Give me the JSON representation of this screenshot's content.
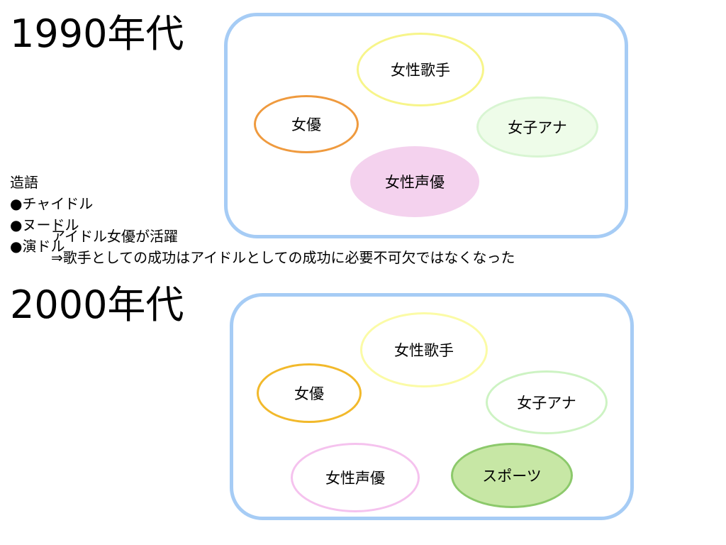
{
  "decade_1990": {
    "title": "1990年代",
    "bubbles": {
      "singer": "女性歌手",
      "actress": "女優",
      "announcer": "女子アナ",
      "voice_actress": "女性声優"
    }
  },
  "notes": {
    "heading": "造語",
    "items": [
      "●チャイドル",
      "●ヌードル",
      "●演ドル"
    ]
  },
  "summary": {
    "line1": "アイドル女優が活躍",
    "line2": "⇒歌手としての成功はアイドルとしての成功に必要不可欠ではなくなった"
  },
  "decade_2000": {
    "title": "2000年代",
    "bubbles": {
      "singer": "女性歌手",
      "actress": "女優",
      "announcer": "女子アナ",
      "voice_actress": "女性声優",
      "sports": "スポーツ"
    }
  },
  "colors": {
    "frame_border": "#a6ccf5",
    "singer_border": "#f7f58a",
    "actress_border_1990": "#ef9a3e",
    "actress_border_2000": "#f2b92b",
    "announcer_border": "#d8f5d2",
    "voice_actress_fill_1990": "#f4d2ee",
    "voice_actress_border_2000": "#f5c2ee",
    "sports_fill": "#c7e7a5",
    "sports_border": "#8cc96b"
  }
}
